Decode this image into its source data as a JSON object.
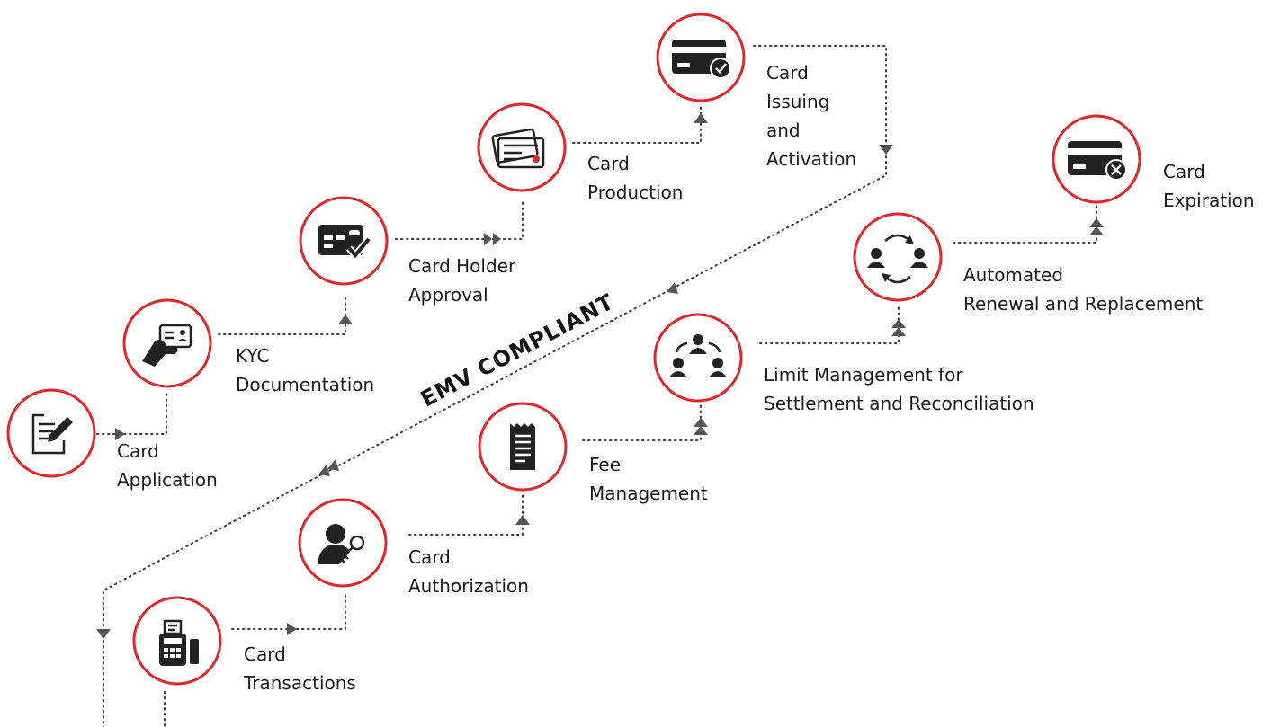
{
  "badge": "EMV COMPLIANT",
  "steps": [
    {
      "id": "card-application",
      "icon": "form-edit-icon",
      "lines": [
        "Card",
        "Application"
      ]
    },
    {
      "id": "kyc-documentation",
      "icon": "id-card-hand-icon",
      "lines": [
        "KYC",
        "Documentation"
      ]
    },
    {
      "id": "card-holder-approval",
      "icon": "card-check-icon",
      "lines": [
        "Card Holder",
        "Approval"
      ]
    },
    {
      "id": "card-production",
      "icon": "cards-stack-icon",
      "lines": [
        "Card",
        "Production"
      ]
    },
    {
      "id": "card-issuing-activation",
      "icon": "card-activated-icon",
      "lines": [
        "Card",
        "Issuing",
        "and",
        "Activation"
      ]
    },
    {
      "id": "card-expiration",
      "icon": "card-expired-icon",
      "lines": [
        "Card",
        "Expiration"
      ]
    },
    {
      "id": "automated-renewal",
      "icon": "renewal-users-icon",
      "lines": [
        "Automated",
        "Renewal and Replacement"
      ]
    },
    {
      "id": "limit-management",
      "icon": "user-network-icon",
      "lines": [
        "Limit Management for",
        "Settlement and Reconciliation"
      ]
    },
    {
      "id": "fee-management",
      "icon": "receipt-icon",
      "lines": [
        "Fee",
        "Management"
      ]
    },
    {
      "id": "card-authorization",
      "icon": "user-key-icon",
      "lines": [
        "Card",
        "Authorization"
      ]
    },
    {
      "id": "card-transactions",
      "icon": "pos-terminal-icon",
      "lines": [
        "Card",
        "Transactions"
      ]
    }
  ],
  "colors": {
    "ring": "#e1252b",
    "icon": "#222222",
    "text": "#1a1a1a",
    "connector": "#3d3d3d"
  }
}
